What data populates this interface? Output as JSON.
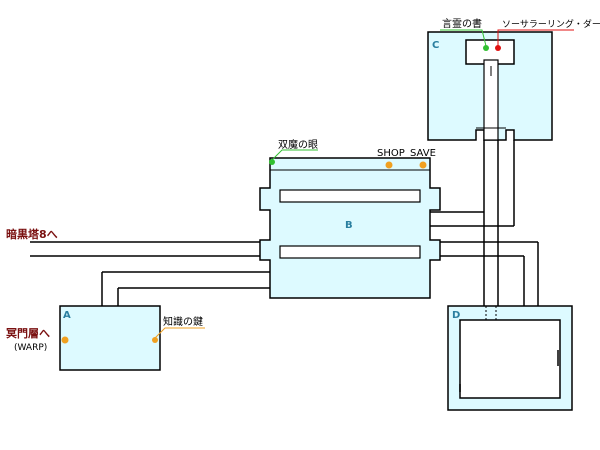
{
  "rooms": {
    "a": "A",
    "b": "B",
    "c": "C",
    "d": "D"
  },
  "labels": {
    "kotodama": "言霊の書",
    "sorcerer_ring": "ソーサラーリング・ダーク",
    "soma_eye": "双魔の眼",
    "shop": "SHOP",
    "save": "SAVE",
    "chishiki": "知識の鍵",
    "ankoku_tower": "暗黒塔8へ",
    "meimon": "冥門層へ",
    "warp": "(WARP)"
  },
  "colors": {
    "room_fill": "#ddfaff",
    "item_dot": "#f0a020",
    "warp_dot": "#30c030",
    "ring_dot": "#e01010",
    "exit_text": "#7a1010",
    "room_tag": "#2a7fa0"
  }
}
